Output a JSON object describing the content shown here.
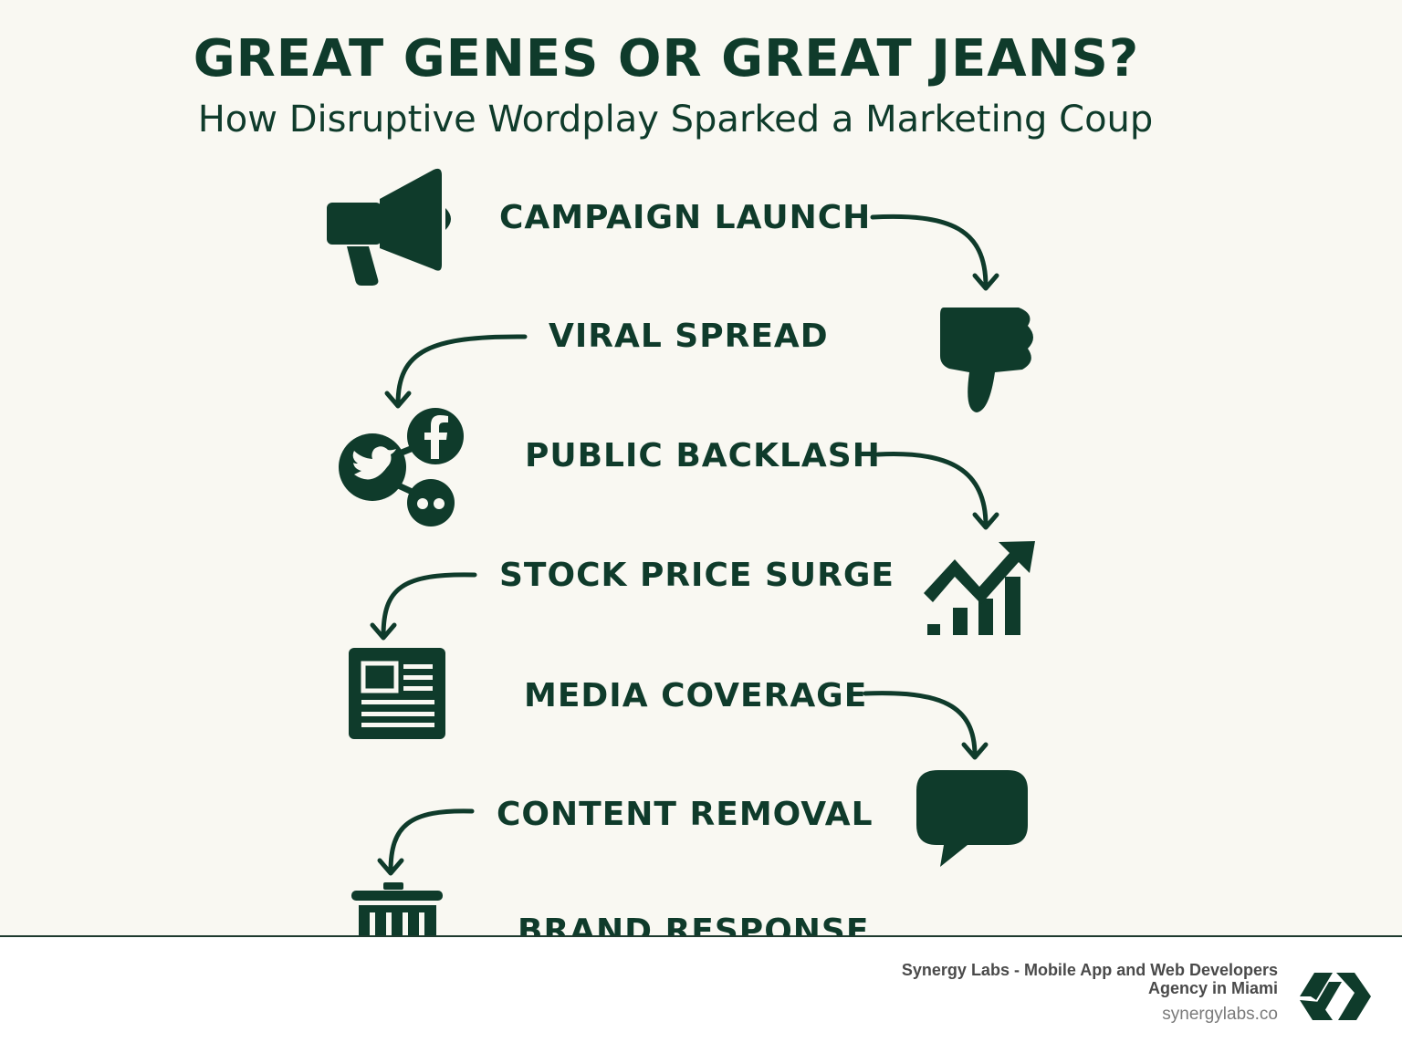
{
  "title": "GREAT GENES OR GREAT JEANS?",
  "subtitle": "How Disruptive Wordplay Sparked a Marketing Coup",
  "steps": [
    {
      "label": "CAMPAIGN LAUNCH",
      "icon": "megaphone-icon"
    },
    {
      "label": "VIRAL SPREAD",
      "icon": "thumbs-down-icon"
    },
    {
      "label": "PUBLIC BACKLASH",
      "icon": "social-media-icon"
    },
    {
      "label": "STOCK PRICE SURGE",
      "icon": "trending-up-chart-icon"
    },
    {
      "label": "MEDIA COVERAGE",
      "icon": "newspaper-icon"
    },
    {
      "label": "CONTENT REMOVAL",
      "icon": "speech-bubble-icon"
    },
    {
      "label": "BRAND RESPONSE",
      "icon": "trash-can-icon"
    }
  ],
  "footer": {
    "company": "Synergy Labs - Mobile App and Web Developers Agency in Miami",
    "url": "synergylabs.co",
    "logo_icon": "synergy-labs-logo-icon"
  },
  "colors": {
    "primary": "#0f3b2b",
    "background": "#f9f8f2",
    "footer_background": "#ffffff",
    "footer_text": "#4a4a4a"
  }
}
